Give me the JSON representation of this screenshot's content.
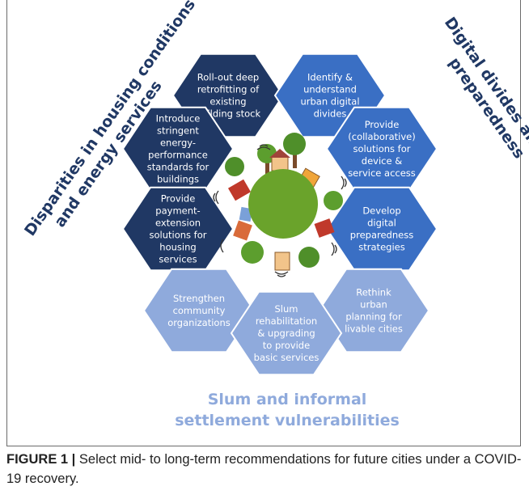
{
  "figure": {
    "section_titles": {
      "left": [
        "Disparities in housing conditions",
        "and energy services"
      ],
      "right": [
        "Digital divides and digital",
        "preparedness"
      ],
      "bottom": [
        "Slum and informal",
        "settlement vulnerabilities"
      ]
    },
    "hexagons": [
      {
        "lines": [
          "Roll-out deep",
          "retrofitting of",
          "existing",
          "building stock"
        ],
        "color": "#203864"
      },
      {
        "lines": [
          "Identify &",
          "understand",
          "urban digital",
          "divides"
        ],
        "color": "#3a6fc4"
      },
      {
        "lines": [
          "Introduce",
          "stringent",
          "energy-",
          "performance",
          "standards for",
          "buildings"
        ],
        "color": "#203864"
      },
      {
        "lines": [
          "Provide",
          "(collaborative)",
          "solutions for",
          "device &",
          "service access"
        ],
        "color": "#3a6fc4"
      },
      {
        "lines": [
          "Provide",
          "payment-",
          "extension",
          "solutions for",
          "housing",
          "services"
        ],
        "color": "#203864"
      },
      {
        "lines": [
          "Develop",
          "digital",
          "preparedness",
          "strategies"
        ],
        "color": "#3a6fc4"
      },
      {
        "lines": [
          "Strengthen",
          "community",
          "organizations"
        ],
        "color": "#8faadc"
      },
      {
        "lines": [
          "Rethink",
          "urban",
          "planning for",
          "livable cities"
        ],
        "color": "#8faadc"
      },
      {
        "lines": [
          "Slum",
          "rehabilitation",
          "& upgrading",
          "to provide",
          "basic services"
        ],
        "color": "#8faadc"
      }
    ],
    "center_illustration": "globe-with-houses-and-trees"
  },
  "caption": {
    "label": "FIGURE 1 |",
    "text": " Select mid- to long-term recommendations for future cities under a COVID-19 recovery."
  }
}
